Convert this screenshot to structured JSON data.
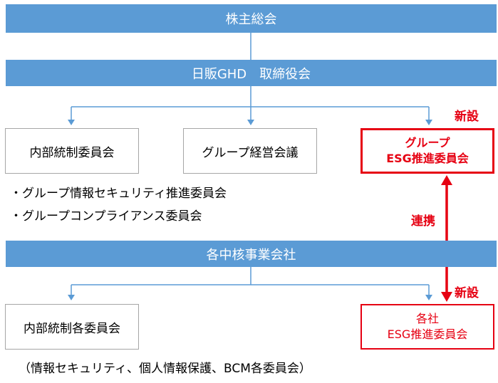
{
  "top": {
    "shareholders": "株主総会",
    "board": "日販GHD　取締役会"
  },
  "row1": {
    "internal_control": "内部統制委員会",
    "group_management": "グループ経営会議",
    "group_esg_line1": "グループ",
    "group_esg_line2": "ESG推進委員会"
  },
  "sub_committees": [
    "・グループ情報セキュリティ推進委員会",
    "・グループコンプライアンス委員会"
  ],
  "labels": {
    "new_top": "新設",
    "new_bottom": "新設",
    "link": "連携"
  },
  "core_companies": "各中核事業会社",
  "row2": {
    "internal_control_each": "内部統制各委員会",
    "company_esg_line1": "各社",
    "company_esg_line2": "ESG推進委員会"
  },
  "footer_note": "（情報セキュリティ、個人情報保護、BCM各委員会）",
  "colors": {
    "bar": "#5b9bd5",
    "line": "#5b9bd5",
    "accent_red": "#e60012",
    "box_border": "#a6a6a6"
  }
}
